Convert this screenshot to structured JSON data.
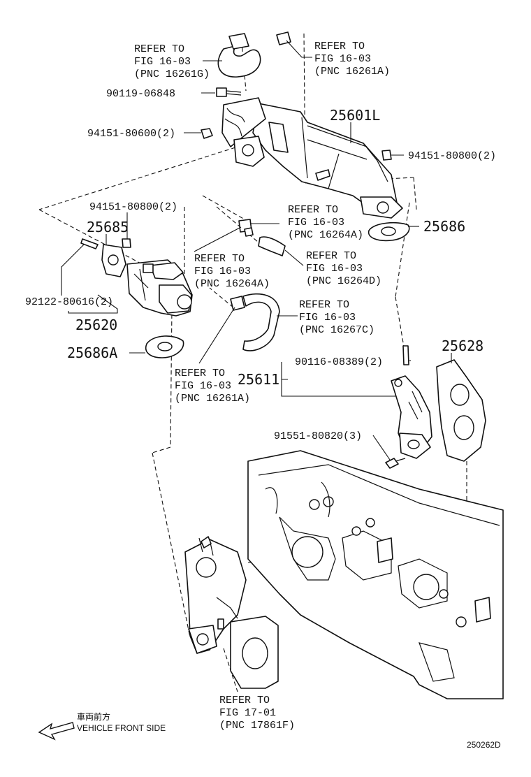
{
  "labels": {
    "ref_16261G": [
      "REFER TO",
      "FIG 16-03",
      "(PNC 16261G)"
    ],
    "ref_16261A_top": [
      "REFER TO",
      "FIG 16-03",
      "(PNC 16261A)"
    ],
    "ref_16264A_right": [
      "REFER TO",
      "FIG 16-03",
      "(PNC 16264A)"
    ],
    "ref_16264D": [
      "REFER TO",
      "FIG 16-03",
      "(PNC 16264D)"
    ],
    "ref_16264A_left": [
      "REFER TO",
      "FIG 16-03",
      "(PNC 16264A)"
    ],
    "ref_16267C": [
      "REFER TO",
      "FIG 16-03",
      "(PNC 16267C)"
    ],
    "ref_16261A_bottom": [
      "REFER TO",
      "FIG 16-03",
      "(PNC 16261A)"
    ],
    "ref_17861F": [
      "REFER TO",
      "FIG 17-01",
      "(PNC 17861F)"
    ]
  },
  "part_numbers": {
    "p90119": "90119-06848",
    "p94151_600": "94151-80600(2)",
    "p25601L": "25601L",
    "p94151_800_r": "94151-80800(2)",
    "p94151_800_l": "94151-80800(2)",
    "p25685": "25685",
    "p25686": "25686",
    "p92122": "92122-80616(2)",
    "p25620": "25620",
    "p25686A": "25686A",
    "p90116": "90116-08389(2)",
    "p25611": "25611",
    "p25628": "25628",
    "p91551": "91551-80820(3)"
  },
  "footer": {
    "jp": "車両前方",
    "direction": "VEHICLE FRONT SIDE",
    "code": "250262D"
  }
}
